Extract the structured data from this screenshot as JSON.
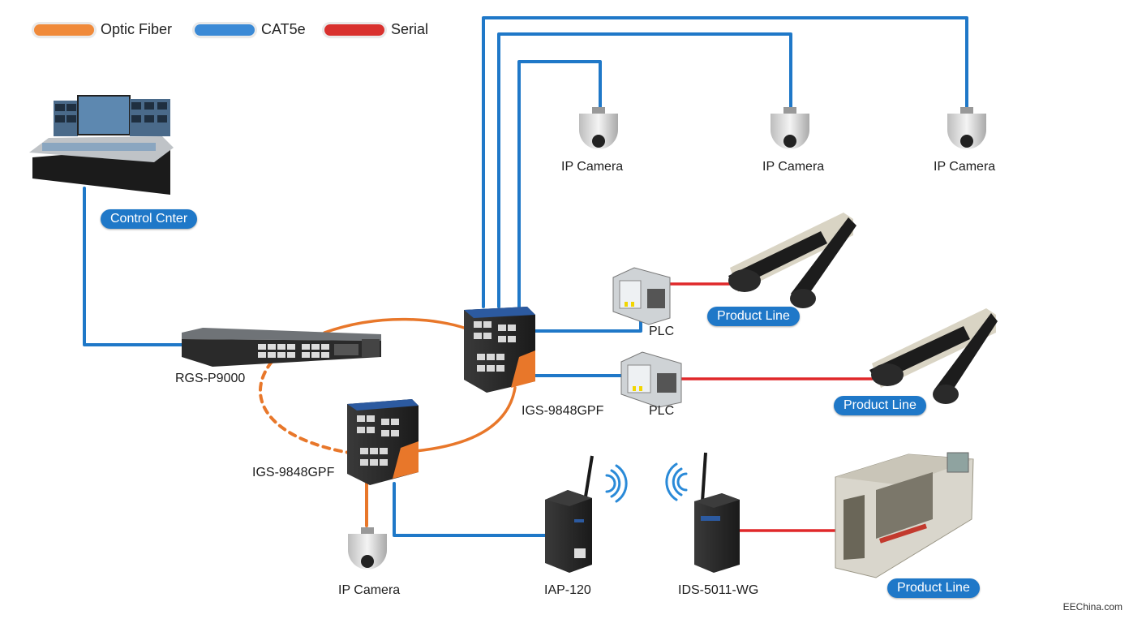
{
  "legend": [
    {
      "label": "Optic Fiber",
      "color": "#f08a3a"
    },
    {
      "label": "CAT5e",
      "color": "#3b8ad6"
    },
    {
      "label": "Serial",
      "color": "#d9312e"
    }
  ],
  "colors": {
    "fiber": "#e8772a",
    "cat5e": "#1f78c8",
    "serial": "#e0282a",
    "pill": "#1f78c8"
  },
  "labels": {
    "control_center": "Control Cnter",
    "rgs": "RGS-P9000",
    "igs_main": "IGS-9848GPF",
    "igs_lower": "IGS-9848GPF",
    "cam_top_1": "IP Camera",
    "cam_top_2": "IP Camera",
    "cam_top_3": "IP Camera",
    "cam_bottom": "IP Camera",
    "plc_1": "PLC",
    "plc_2": "PLC",
    "product_line_1": "Product Line",
    "product_line_2": "Product Line",
    "product_line_3": "Product Line",
    "iap": "IAP-120",
    "ids": "IDS-5011-WG"
  },
  "watermark": "EEChina.com"
}
